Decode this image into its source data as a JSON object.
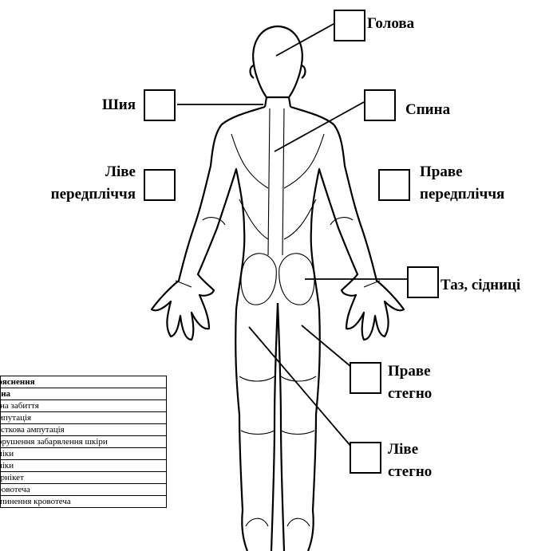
{
  "labels": {
    "head": "Голова",
    "neck": "Шия",
    "back": "Спина",
    "left_forearm_1": "Ліве",
    "left_forearm_2": "передпліччя",
    "right_forearm_1": "Праве",
    "right_forearm_2": "передпліччя",
    "pelvis": "Таз, сідниці",
    "right_thigh_1": "Праве",
    "right_thigh_2": "стегно",
    "left_thigh_1": "Ліве",
    "left_thigh_2": "стегно"
  },
  "legend": {
    "rows": [
      "Пояснення",
      "Рана",
      "Рана забиття",
      "Ампутація",
      "Часткова ампутація",
      "Порушення забарвлення шкіри",
      "Опіки",
      "Опіки",
      "Турнікет",
      "Кровотеча",
      "Зупинення кровотеча"
    ],
    "bold_rows": [
      0,
      1
    ]
  }
}
